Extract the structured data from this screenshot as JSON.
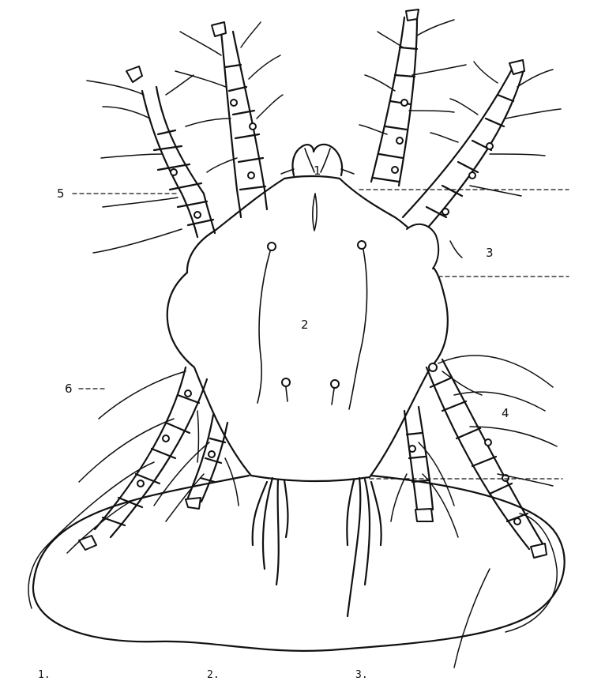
{
  "labels": {
    "l1": "1",
    "l2": "2",
    "l3": "3",
    "l4": "4",
    "l5": "5",
    "l6": "6"
  },
  "caption_fragments": [
    "1.",
    "2.",
    "3."
  ],
  "colors": {
    "ink": "#111111",
    "paper": "#ffffff"
  }
}
